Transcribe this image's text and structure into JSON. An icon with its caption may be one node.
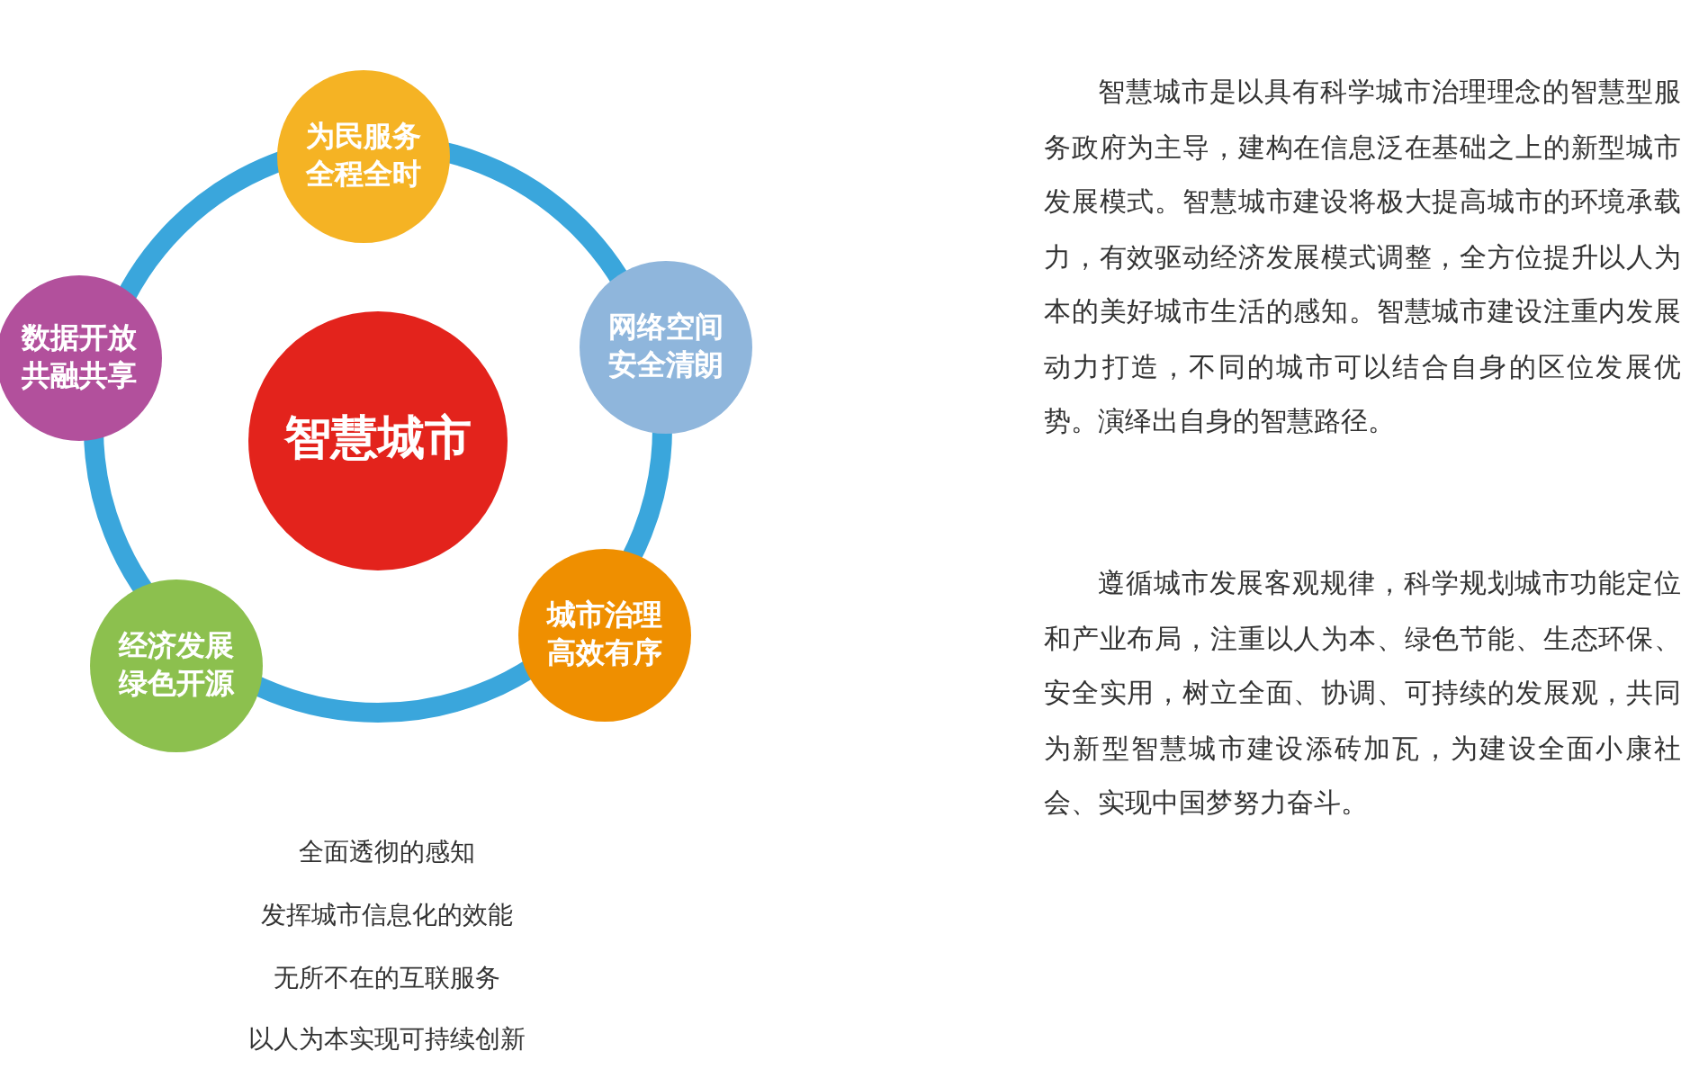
{
  "diagram": {
    "nodes": [
      {
        "text": [
          "智慧城市"
        ]
      },
      {
        "text": [
          "为民服务全程全时"
        ]
      },
      {
        "text": [
          "网络空间安全清朗"
        ]
      },
      {
        "text": [
          "城市治理高效有序"
        ]
      },
      {
        "text": [
          "经济发展绿色开源"
        ]
      },
      {
        "text": [
          "数据开放共融共享"
        ]
      }
    ],
    "labels": [
      "全面透彻的感知",
      "发挥城市信息化的效能",
      "无所不在的互联服务",
      "以人为本实现可持续创新",
      "智慧城市是以具有科学城市治理理念的智慧型服务政府为主导，建构在信息泛在基础之上的新型城市发展模式。智慧城市建设将极大提高城市的环境承载力，有效驱动经济发展模式调整，全方位提升以人为本的美好城市生活的感知。智慧城市建设注重内发展动力打造，不同的城市可以结合自身的区位发展优势。演绎出自身的智慧路径。",
      "遵循城市发展客观规律，科学规划城市功能定位和产业布局，注重以人为本、绿色节能、生态环保、安全实用，树立全面、协调、可持续的发展观，共同为新型智慧城市建设添砖加瓦，为建设全面小康社会、实现中国梦努力奋斗。"
    ]
  }
}
